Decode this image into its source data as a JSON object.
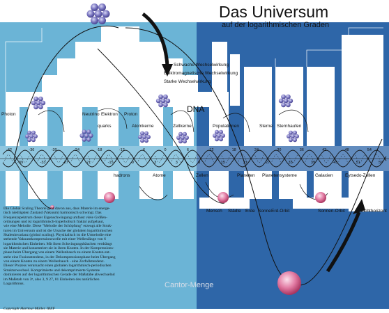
{
  "header": {
    "title": "Das Universum",
    "subtitle": "auf der logarithmischen Graden"
  },
  "forces": {
    "weak": "Schwache Wechselwirkung",
    "em": "Elektromagnetische Wechselwirkung",
    "strong": "Starke Wechselwirkung"
  },
  "labels": {
    "photon": "Photon",
    "neutrino": "Neutrino",
    "electron": "Elektron",
    "proton": "Proton",
    "dna": "DNA",
    "quarks": "quarks",
    "atomkerne": "Atomkerne",
    "zellkerne": "Zellkerne",
    "populationen": "Populationen",
    "sterne": "Sterne",
    "sternhaufen": "Sternhaufen",
    "hadrons": "hadrons",
    "atome": "Atome",
    "zellen": "Zellen",
    "planeten": "Planeten",
    "planetensysteme": "Planetensysteme",
    "galaxien": "Galaxien",
    "eytsedo_zellen": "Eytsedo-Zellen",
    "mensch": "Mensch",
    "staedte": "Städte",
    "erde": "Erde",
    "sonne": "Sonne",
    "erd_orbit": "Erd-Orbit",
    "sonnen_orbit": "Sonnen-Orbit",
    "lichthorizont": "Lichthorizont",
    "cantor": "Cantor-Menge"
  },
  "scale_ticks": [
    "-42",
    "-39",
    "-36",
    "-33",
    "-30",
    "-27",
    "-24",
    "-21",
    "-18",
    "-15",
    "-12",
    "-9",
    "-6",
    "-3",
    "0",
    "3",
    "6",
    "9",
    "12",
    "15",
    "18",
    "21",
    "24",
    "27",
    "30",
    "33",
    "36",
    "39",
    "42",
    "45",
    "48",
    "51",
    "54",
    "57"
  ],
  "description": "Die Global Scaling Theorie geht davon aus, dass Materie im energe-\ntisch niedrigsten Zustand (Vakuum) harmonisch schwingt. Das\nFrequenzspektrum dieser Eigenschwingung umfasst viele Größen-\nordnungen und ist logarithmisch-hyperbolisch fraktal aufgebaut,\nwie eine Melodie. Diese \"Melodie der Schöpfung\" erzeugt alle Struk-\nturen im Universum und ist die Ursache der globalen logarithmischen\nSkaleninvarianz (global scaling). Physikalisch ist die Urmelodie eine\nstehende Vakuumkompressionswelle mit einer Wellenlänge von 6\nlogarithmischen Einheiten. Mit ihren Schwingungsbäuchen verdrängt\nsie Materie und konzentriert sie in ihren Knoten. In der Kompressions-\nphase beim Übergang von einem Wellenbauch zu einem Knoten ent-\nsteht eine Fusionstendenz, in der Dekompressionsphase beim Übergang\nvon einem Knoten zu einem Wellenbauch - eine Zerfallstendenz.\nDieser Prozess verursacht einen globalen logarithmisch-periodischen\nStrukturwechsel. Komprimierte und dekomprimierte Systeme\ndominieren auf der logarithmischen Gerade der Maßstäbe abwechselnd\nim Maßstab von 3ⁿ, also 3, 9 27, 81 Einheiten des natürlichen\nLogarithmus.",
  "copyright": "Copyright Hartmut Müller, IREF",
  "colors": {
    "light_band": "#6bb4d6",
    "dark_band": "#2e66a8",
    "step_white": "#ffffff",
    "sphere_pink": "#e17aa2",
    "atom_purple": "#6e6ab6"
  }
}
